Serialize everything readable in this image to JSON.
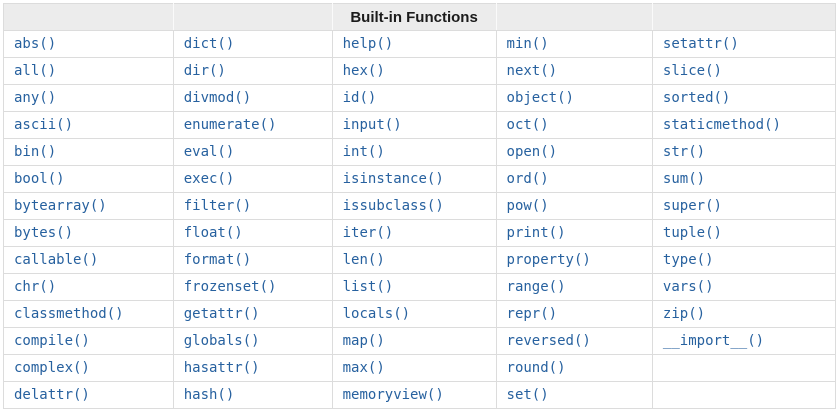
{
  "table": {
    "title": "Built-in Functions",
    "header": [
      "",
      "",
      "Built-in Functions",
      "",
      ""
    ],
    "rows": [
      [
        "abs()",
        "dict()",
        "help()",
        "min()",
        "setattr()"
      ],
      [
        "all()",
        "dir()",
        "hex()",
        "next()",
        "slice()"
      ],
      [
        "any()",
        "divmod()",
        "id()",
        "object()",
        "sorted()"
      ],
      [
        "ascii()",
        "enumerate()",
        "input()",
        "oct()",
        "staticmethod()"
      ],
      [
        "bin()",
        "eval()",
        "int()",
        "open()",
        "str()"
      ],
      [
        "bool()",
        "exec()",
        "isinstance()",
        "ord()",
        "sum()"
      ],
      [
        "bytearray()",
        "filter()",
        "issubclass()",
        "pow()",
        "super()"
      ],
      [
        "bytes()",
        "float()",
        "iter()",
        "print()",
        "tuple()"
      ],
      [
        "callable()",
        "format()",
        "len()",
        "property()",
        "type()"
      ],
      [
        "chr()",
        "frozenset()",
        "list()",
        "range()",
        "vars()"
      ],
      [
        "classmethod()",
        "getattr()",
        "locals()",
        "repr()",
        "zip()"
      ],
      [
        "compile()",
        "globals()",
        "map()",
        "reversed()",
        "__import__()"
      ],
      [
        "complex()",
        "hasattr()",
        "max()",
        "round()",
        ""
      ],
      [
        "delattr()",
        "hash()",
        "memoryview()",
        "set()",
        ""
      ]
    ]
  },
  "colors": {
    "link_blue": "#27619f",
    "border_gray": "#dcdcdc",
    "header_background": "#ececec",
    "header_text": "#1b1b1b"
  }
}
